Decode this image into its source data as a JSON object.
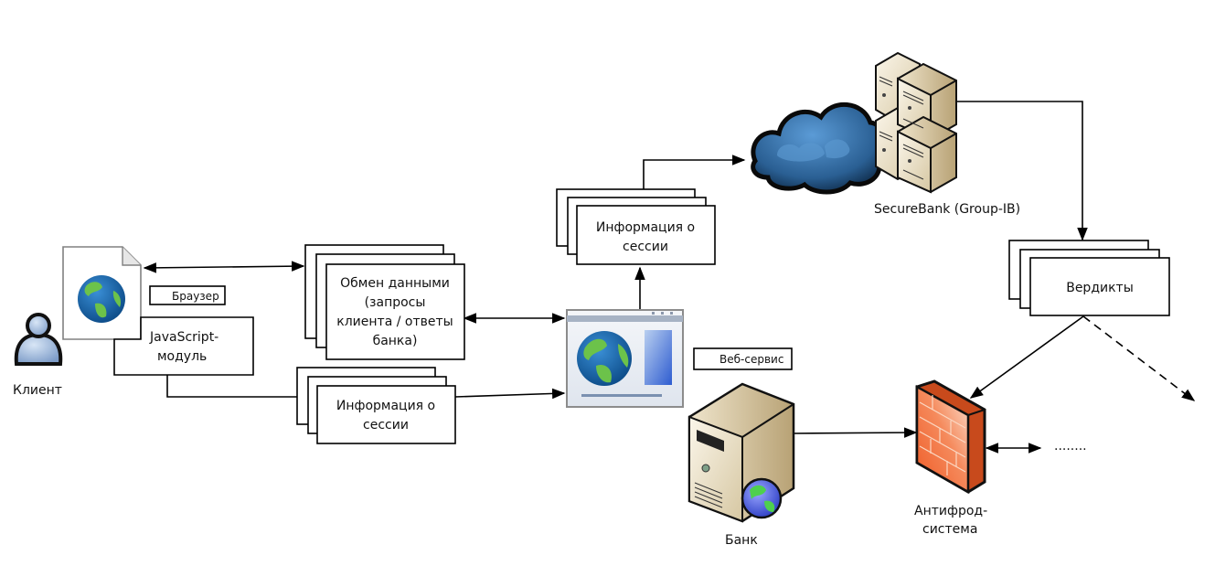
{
  "diagram": {
    "client": {
      "label": "Клиент",
      "icon": "user-icon"
    },
    "browser_doc": {
      "icon": "web-page-globe-icon"
    },
    "browser_tag": {
      "label": "Браузер"
    },
    "js_module": {
      "lines": [
        "JavaScript-",
        "модуль"
      ]
    },
    "data_exchange": {
      "lines": [
        "Обмен данными",
        "(запросы",
        "клиента / ответы",
        "банка)"
      ]
    },
    "session_info_bottom": {
      "lines": [
        "Информация о",
        "сессии"
      ]
    },
    "web_app": {
      "icon": "browser-window-icon"
    },
    "session_info_top": {
      "lines": [
        "Информация о",
        "сессии"
      ]
    },
    "cloud": {
      "icon": "cloud-icon"
    },
    "securebank": {
      "label": "SecureBank (Group-IB)",
      "icon": "server-cluster-icon"
    },
    "verdicts": {
      "label": "Вердикты"
    },
    "web_service_tag": {
      "label": "Веб-сервис"
    },
    "bank": {
      "label": "Банк",
      "icon": "web-server-icon"
    },
    "antifraud": {
      "lines": [
        "Антифрод-",
        "система"
      ],
      "icon": "firewall-icon"
    },
    "continuation": {
      "label": "........"
    }
  },
  "colors": {
    "user_body": "#9db8dc",
    "globe_ocean": "#1f6fb4",
    "globe_land": "#6cc24a",
    "cloud": "#2d6aa3",
    "server": "#e8dcc0",
    "firewall": "#f26a3a",
    "browser_frame": "#d5dbe3"
  }
}
